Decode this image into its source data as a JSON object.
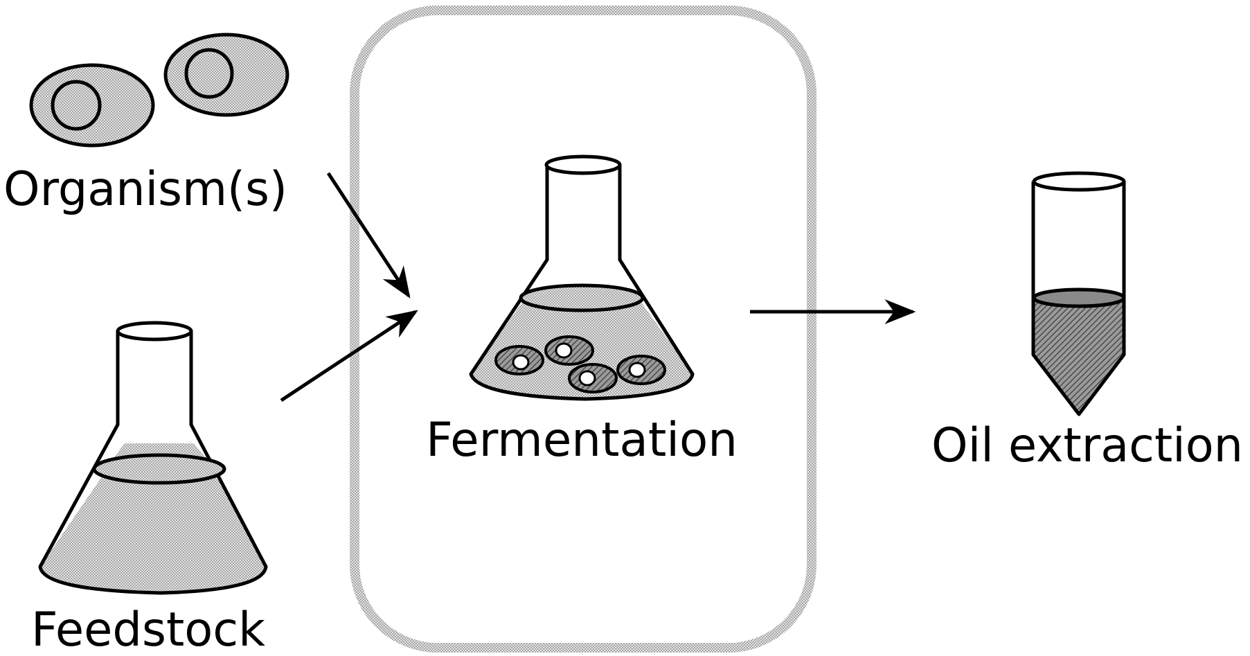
{
  "labels": {
    "organisms": "Organism(s)",
    "feedstock": "Feedstock",
    "fermentation": "Fermentation",
    "oil_extraction": "Oil extraction"
  },
  "colors": {
    "ink": "#000000",
    "light_fill": "#d6d6d6",
    "dark_fill": "#8a8a8a",
    "box_border": "#b9b9b9",
    "background": "#ffffff"
  }
}
